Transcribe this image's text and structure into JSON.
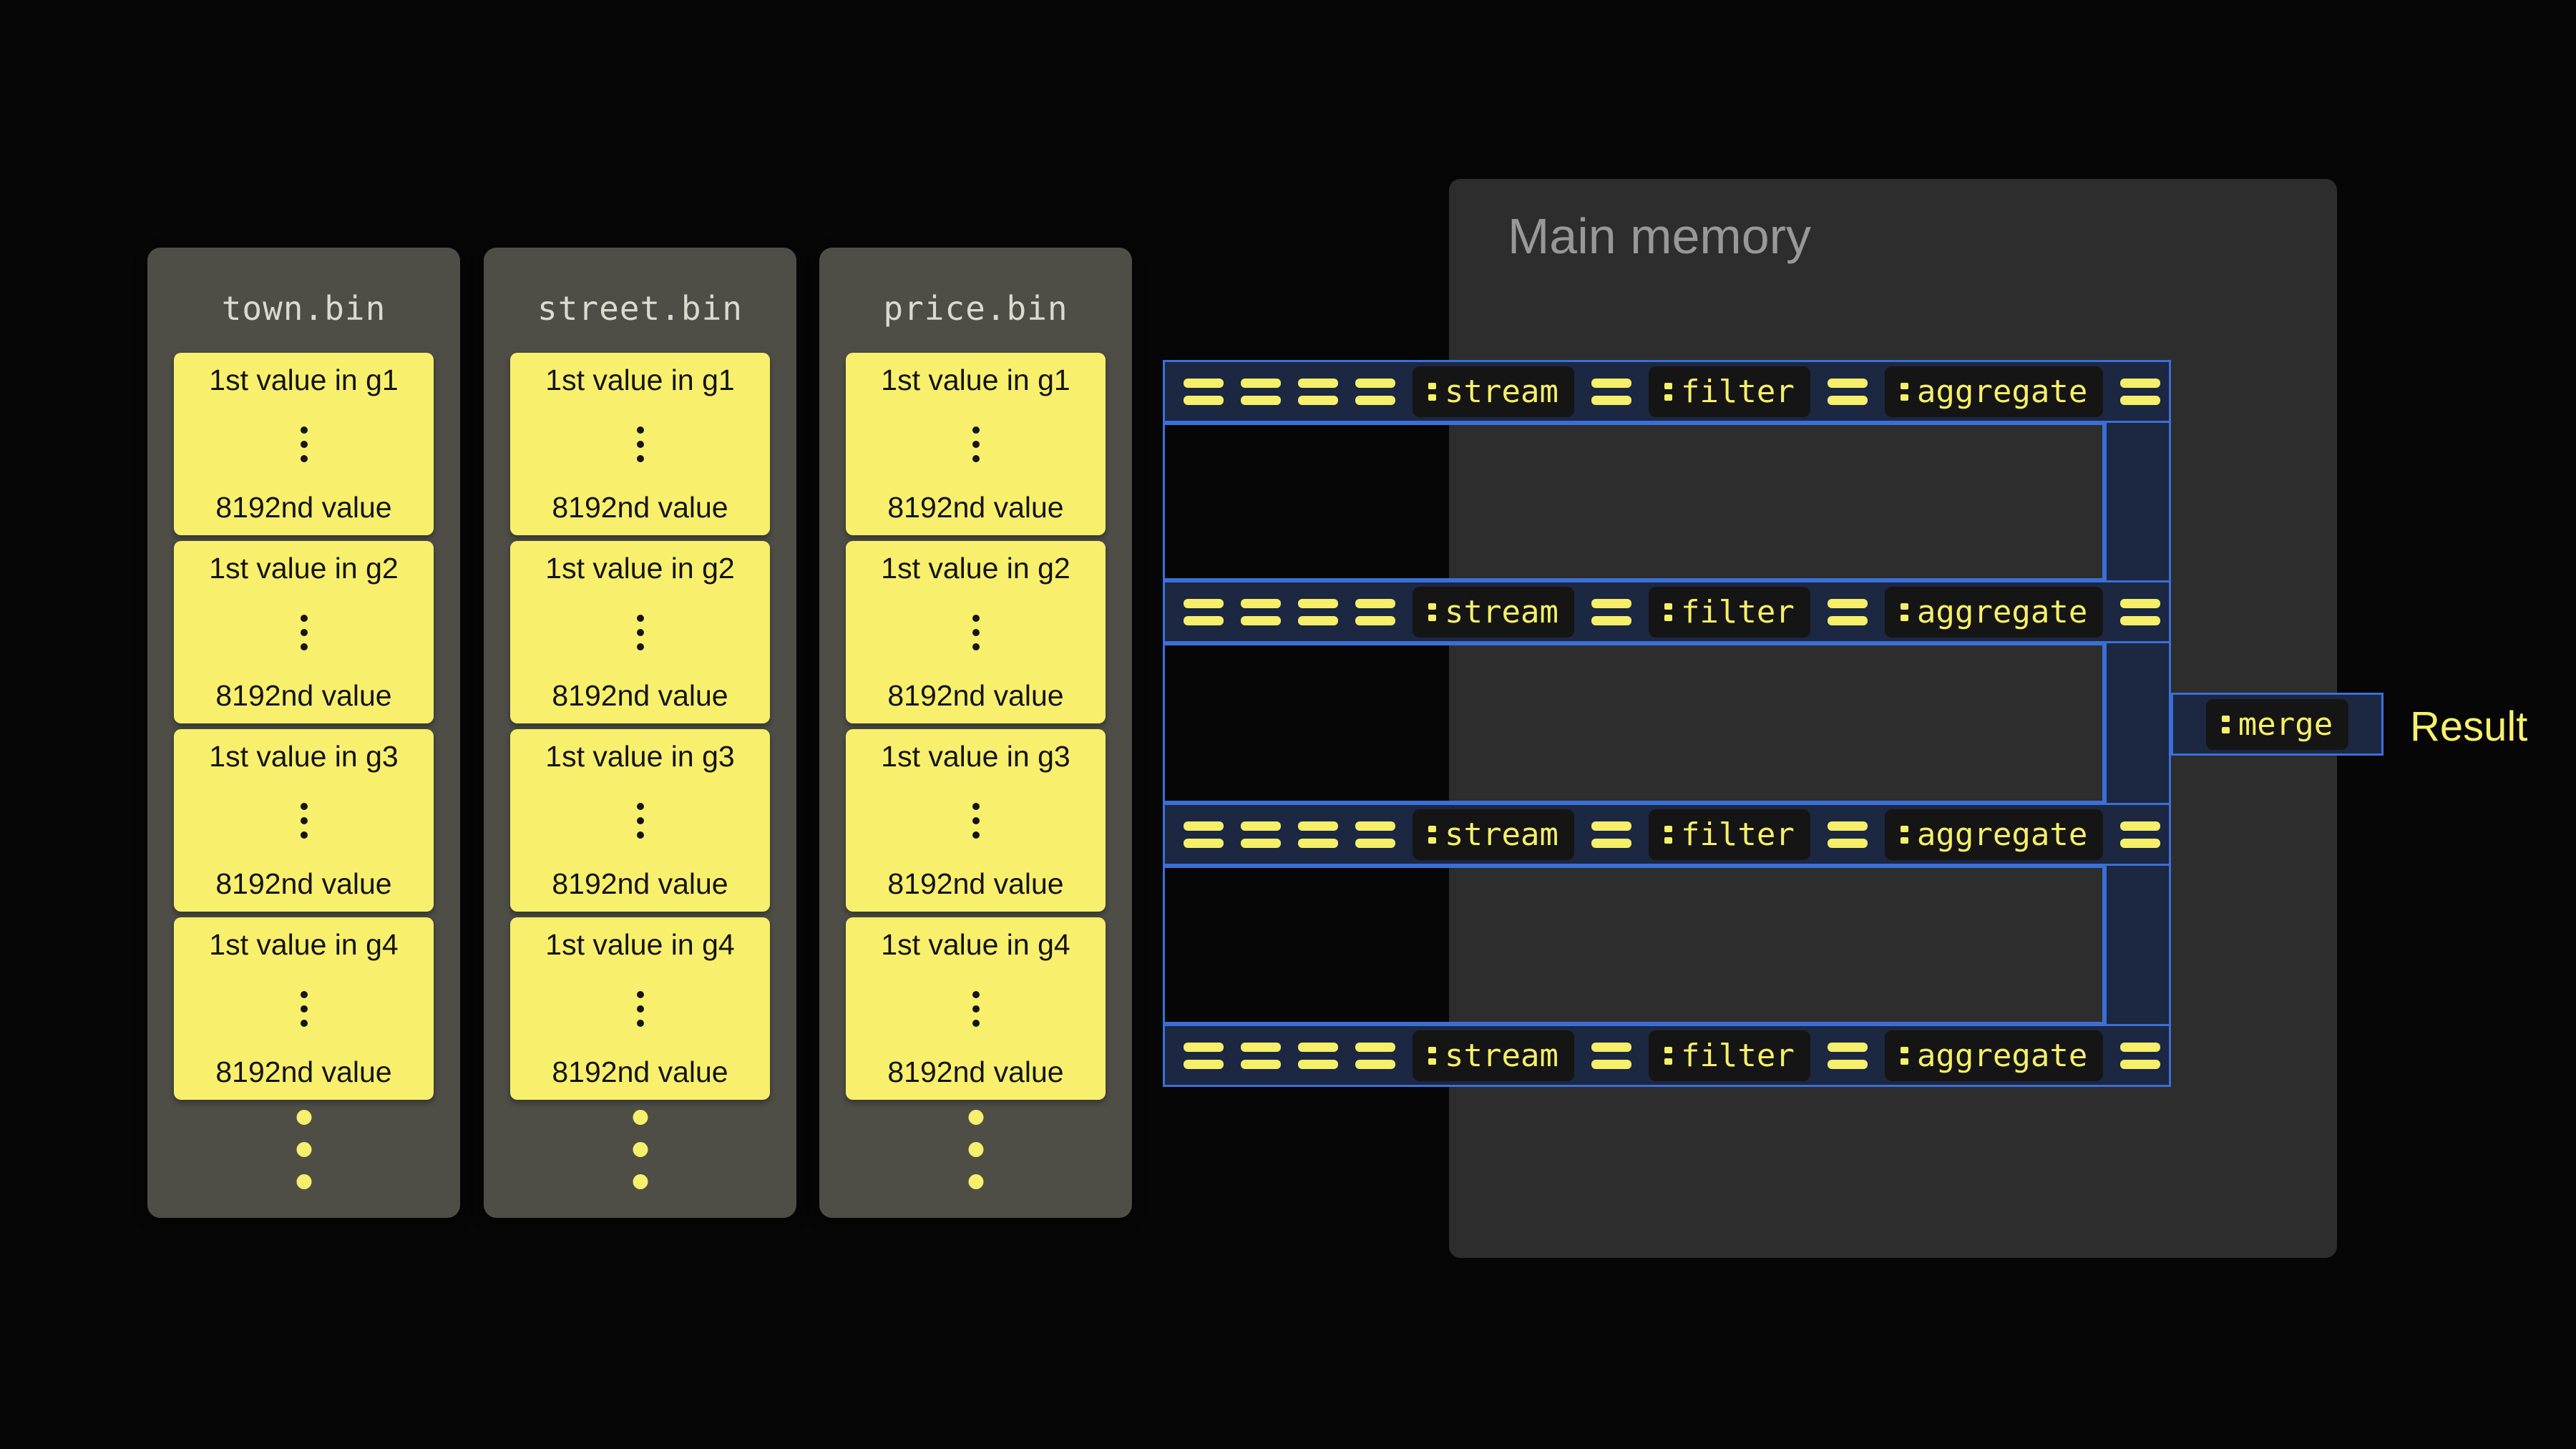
{
  "files": [
    {
      "name": "town.bin",
      "groups": [
        {
          "first": "1st value in g1",
          "last": "8192nd value"
        },
        {
          "first": "1st value in g2",
          "last": "8192nd value"
        },
        {
          "first": "1st value in g3",
          "last": "8192nd value"
        },
        {
          "first": "1st value in g4",
          "last": "8192nd value"
        }
      ]
    },
    {
      "name": "street.bin",
      "groups": [
        {
          "first": "1st value in g1",
          "last": "8192nd value"
        },
        {
          "first": "1st value in g2",
          "last": "8192nd value"
        },
        {
          "first": "1st value in g3",
          "last": "8192nd value"
        },
        {
          "first": "1st value in g4",
          "last": "8192nd value"
        }
      ]
    },
    {
      "name": "price.bin",
      "groups": [
        {
          "first": "1st value in g1",
          "last": "8192nd value"
        },
        {
          "first": "1st value in g2",
          "last": "8192nd value"
        },
        {
          "first": "1st value in g3",
          "last": "8192nd value"
        },
        {
          "first": "1st value in g4",
          "last": "8192nd value"
        }
      ]
    }
  ],
  "memory": {
    "title": "Main memory"
  },
  "pipeline": {
    "stage_stream": "stream",
    "stage_filter": "filter",
    "stage_aggregate": "aggregate",
    "merge_label": "merge",
    "result_label": "Result"
  },
  "colors": {
    "background": "#060606",
    "file_card": "#4e4e47",
    "value_box": "#f8f06c",
    "memory_panel": "#2d2d2d",
    "pipeline_fill": "#1c2742",
    "pipeline_border": "#3b6fd8",
    "accent_yellow": "#f5ef6a"
  }
}
